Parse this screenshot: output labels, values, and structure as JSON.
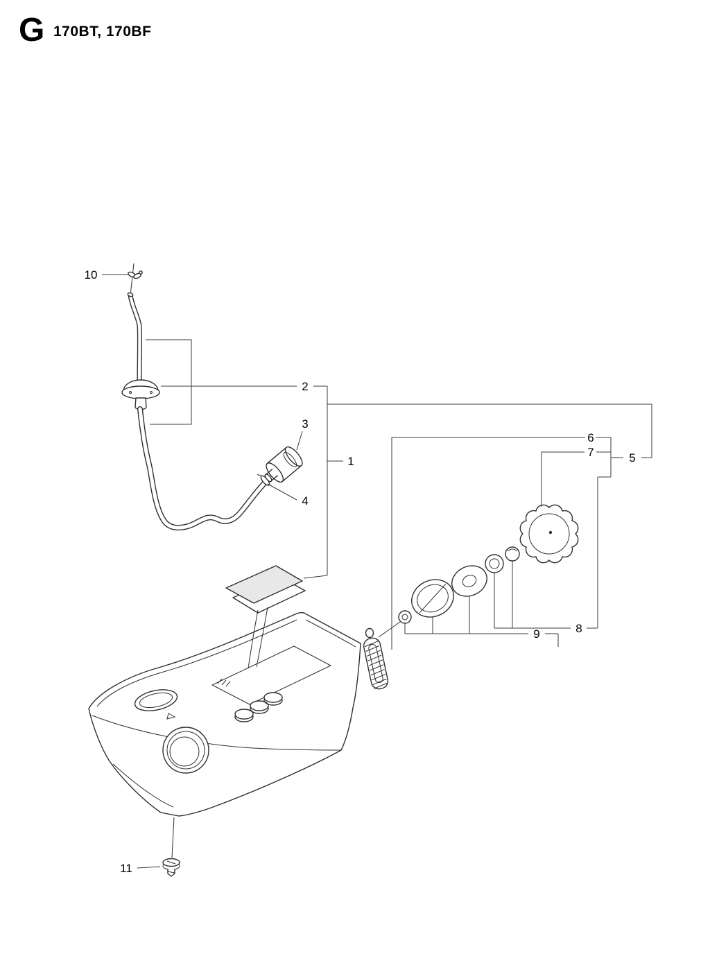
{
  "header": {
    "section_letter": "G",
    "models": "170BT, 170BF"
  },
  "diagram": {
    "type": "exploded-parts-diagram",
    "subject": "fuel tank assembly",
    "callouts": [
      "1",
      "2",
      "3",
      "4",
      "5",
      "6",
      "7",
      "8",
      "9",
      "10",
      "11"
    ]
  }
}
